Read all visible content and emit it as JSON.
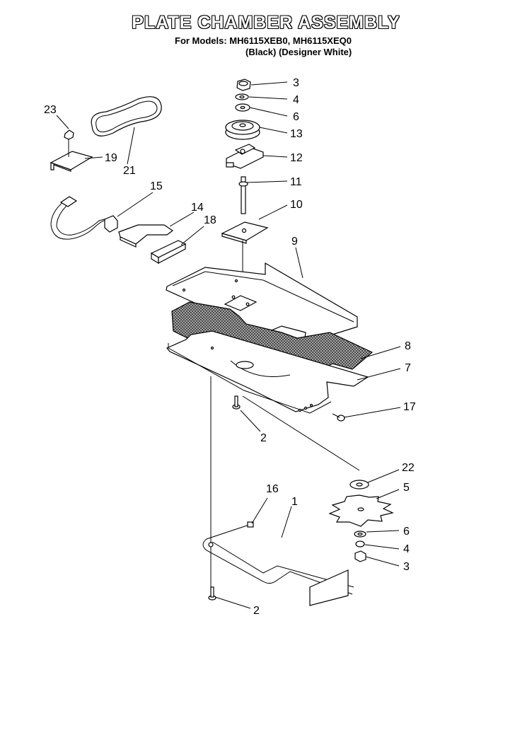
{
  "header": {
    "title": "PLATE CHAMBER ASSEMBLY",
    "models_line": "For Models: MH6115XEB0, MH6115XEQ0",
    "variants_line": "(Black)  (Designer White)"
  },
  "callouts": [
    {
      "id": "c3a",
      "text": "3"
    },
    {
      "id": "c4a",
      "text": "4"
    },
    {
      "id": "c6a",
      "text": "6"
    },
    {
      "id": "c13",
      "text": "13"
    },
    {
      "id": "c12",
      "text": "12"
    },
    {
      "id": "c11",
      "text": "11"
    },
    {
      "id": "c10",
      "text": "10"
    },
    {
      "id": "c9",
      "text": "9"
    },
    {
      "id": "c8",
      "text": "8"
    },
    {
      "id": "c7",
      "text": "7"
    },
    {
      "id": "c17",
      "text": "17"
    },
    {
      "id": "c2a",
      "text": "2"
    },
    {
      "id": "c22",
      "text": "22"
    },
    {
      "id": "c5",
      "text": "5"
    },
    {
      "id": "c6b",
      "text": "6"
    },
    {
      "id": "c4b",
      "text": "4"
    },
    {
      "id": "c3b",
      "text": "3"
    },
    {
      "id": "c16",
      "text": "16"
    },
    {
      "id": "c1",
      "text": "1"
    },
    {
      "id": "c2b",
      "text": "2"
    },
    {
      "id": "c23",
      "text": "23"
    },
    {
      "id": "c19",
      "text": "19"
    },
    {
      "id": "c21",
      "text": "21"
    },
    {
      "id": "c15",
      "text": "15"
    },
    {
      "id": "c14",
      "text": "14"
    },
    {
      "id": "c18",
      "text": "18"
    }
  ]
}
